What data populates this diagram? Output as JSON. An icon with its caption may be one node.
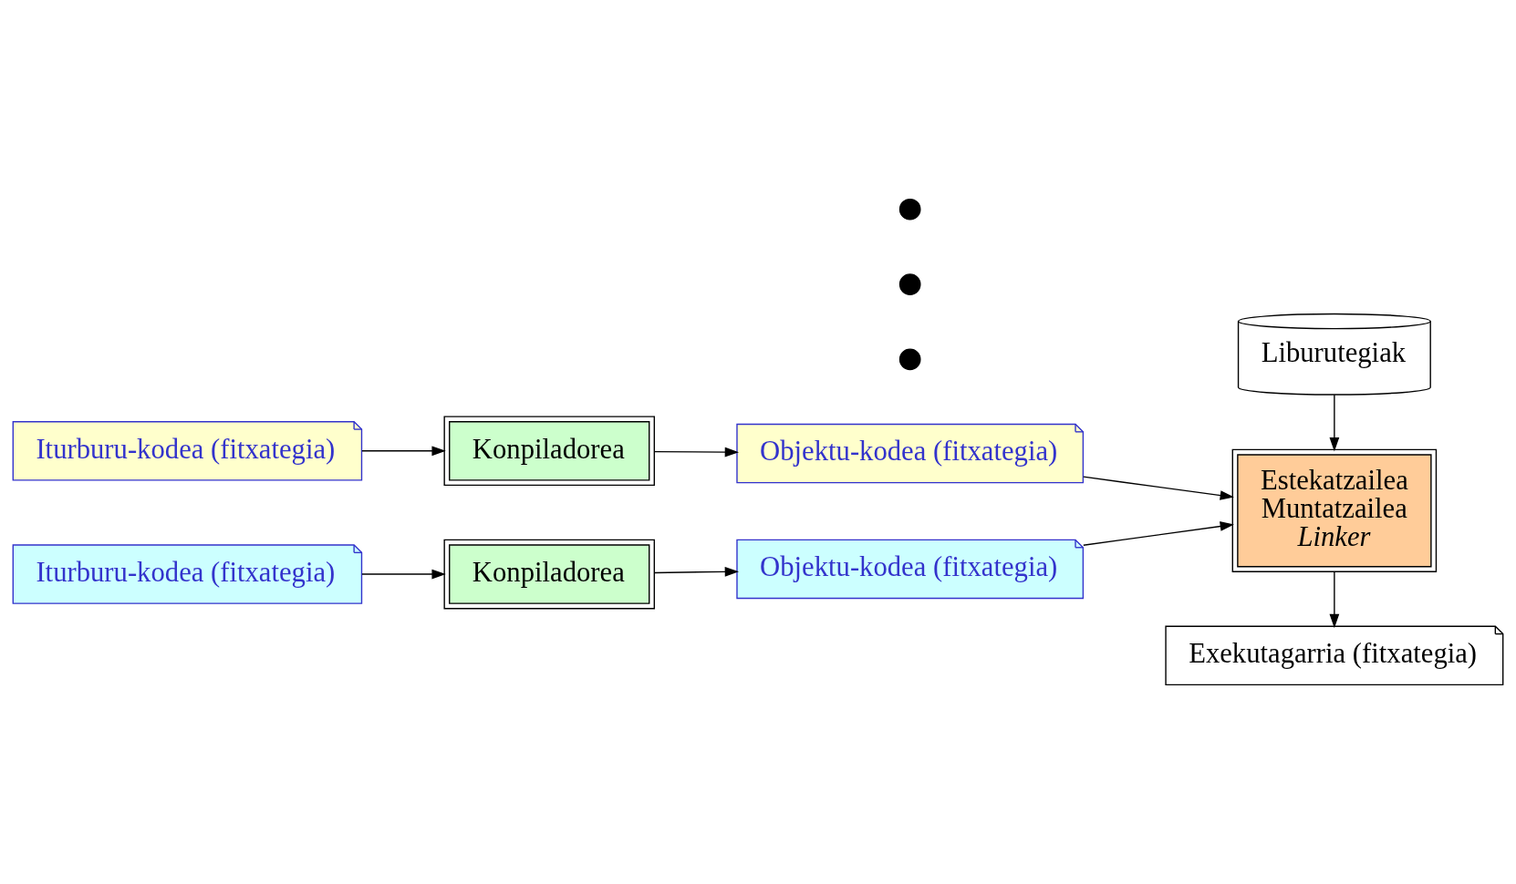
{
  "diagram": {
    "nodes": [
      {
        "text": [
          "Iturburu-kodea (fitxategia)"
        ]
      },
      {
        "text": [
          "Konpiladorea"
        ]
      },
      {
        "text": [
          "Objektu-kodea (fitxategia)"
        ]
      },
      {
        "text": [
          "Liburutegiak"
        ]
      },
      {
        "text": [
          "Estekatzailea",
          "Muntatzailea",
          "Linker"
        ]
      },
      {
        "text": [
          "Iturburu-kodea (fitxategia)"
        ]
      },
      {
        "text": [
          "Konpiladorea"
        ]
      },
      {
        "text": [
          "Objektu-kodea (fitxategia)"
        ]
      },
      {
        "text": [
          "Exekutagarria (fitxategia)"
        ]
      },
      {
        "text": [],
        "shape": "dot"
      },
      {
        "text": [],
        "shape": "dot"
      },
      {
        "text": [],
        "shape": "dot"
      }
    ],
    "edges": [
      {
        "from": 0,
        "to": 1,
        "arrow": "to"
      },
      {
        "from": 1,
        "to": 2,
        "arrow": "to"
      },
      {
        "from": 2,
        "to": 4,
        "arrow": "to"
      },
      {
        "from": 3,
        "to": 4,
        "arrow": "to"
      },
      {
        "from": 5,
        "to": 6,
        "arrow": "to"
      },
      {
        "from": 6,
        "to": 7,
        "arrow": "to"
      },
      {
        "from": 7,
        "to": 4,
        "arrow": "to"
      },
      {
        "from": 4,
        "to": 8,
        "arrow": "to"
      }
    ]
  }
}
